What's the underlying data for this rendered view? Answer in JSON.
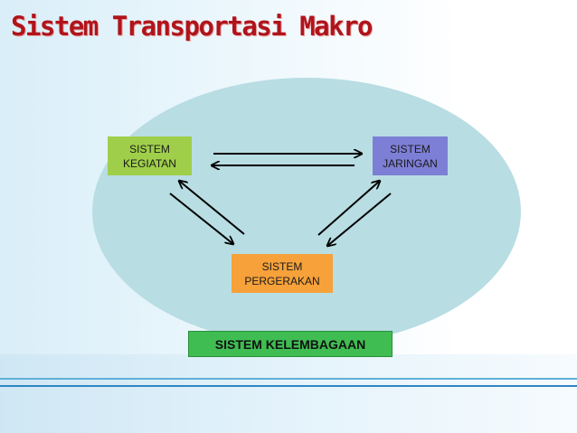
{
  "slide": {
    "title": "Sistem Transportasi Makro"
  },
  "diagram": {
    "nodes": {
      "kegiatan": {
        "line1": "SISTEM",
        "line2": "KEGIATAN"
      },
      "jaringan": {
        "line1": "SISTEM",
        "line2": "JARINGAN"
      },
      "pergerakan": {
        "line1": "SISTEM",
        "line2": "PERGERAKAN"
      },
      "kelembagaan": {
        "label": "SISTEM KELEMBAGAAN"
      }
    },
    "colors": {
      "title": "#b0141b",
      "ellipse": "#b8dde3",
      "kegiatan": "#9fcf4a",
      "jaringan": "#7d7fd6",
      "pergerakan": "#f6a13a",
      "kelembagaan": "#3fbd52",
      "arrow": "#000000"
    },
    "links": [
      {
        "from": "kegiatan",
        "to": "jaringan"
      },
      {
        "from": "jaringan",
        "to": "kegiatan"
      },
      {
        "from": "kegiatan",
        "to": "pergerakan"
      },
      {
        "from": "pergerakan",
        "to": "kegiatan"
      },
      {
        "from": "pergerakan",
        "to": "jaringan"
      },
      {
        "from": "jaringan",
        "to": "pergerakan"
      }
    ]
  }
}
